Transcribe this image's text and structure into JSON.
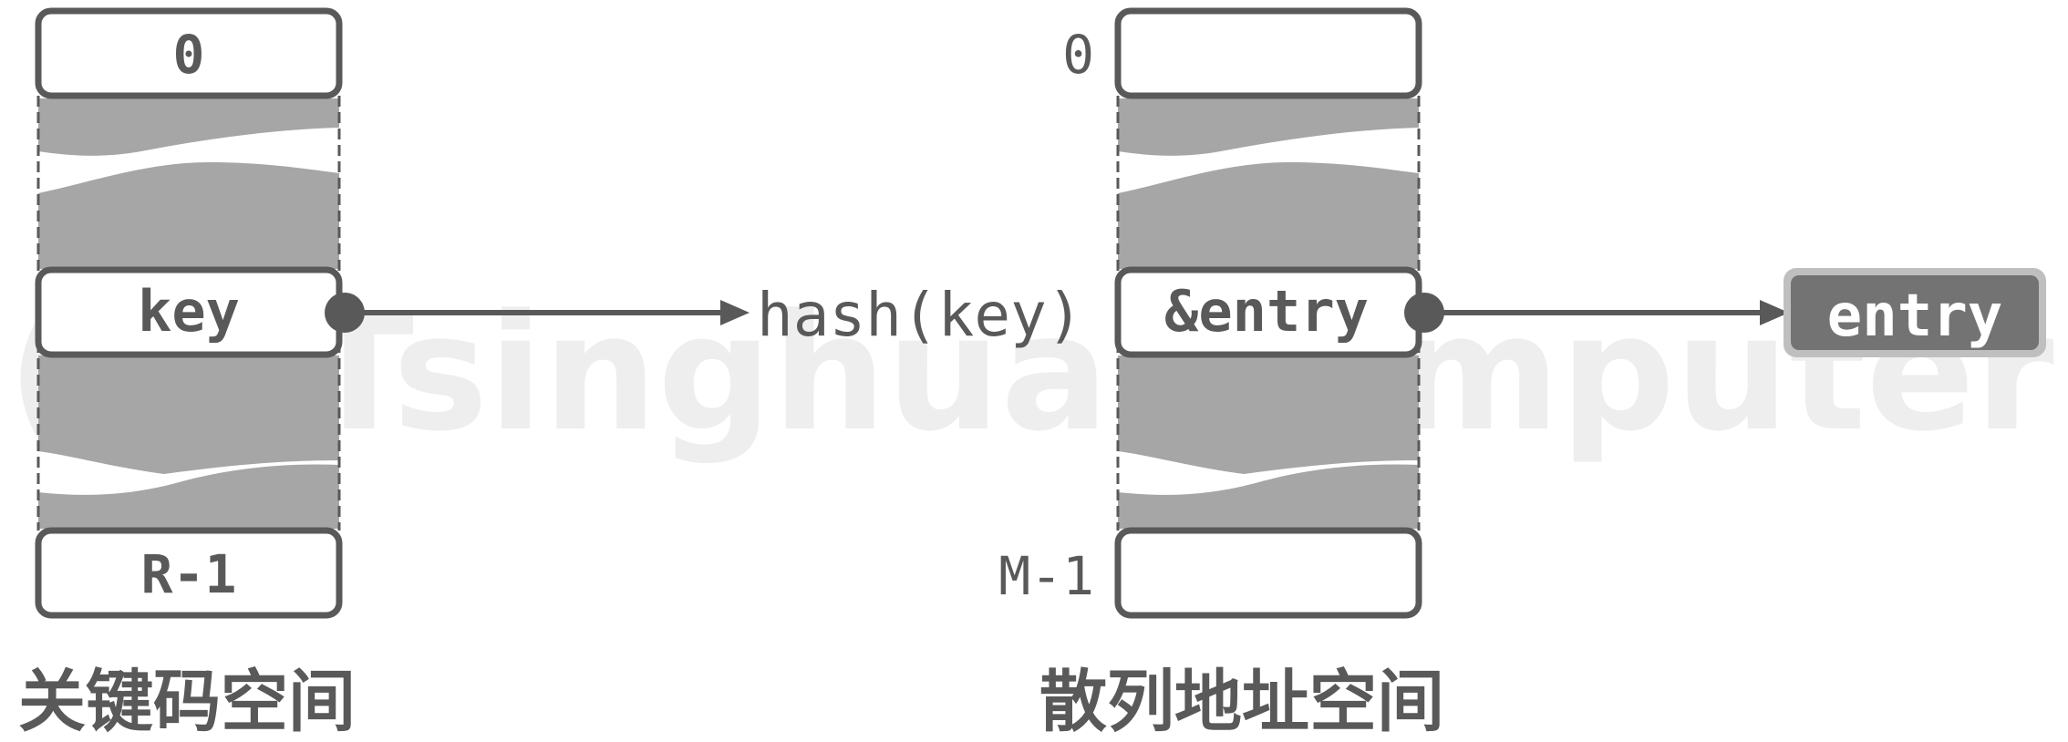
{
  "key_space": {
    "first_label": "0",
    "key_label": "key",
    "last_label": "R-1",
    "caption": "关键码空间"
  },
  "hash_label": "hash(key)",
  "address_space": {
    "first_label": "0",
    "entry_ref_label": "&entry",
    "last_label": "M-1",
    "caption": "散列地址空间"
  },
  "entry_label": "entry",
  "watermark": "(c) Tsinghua Computer",
  "colors": {
    "stroke": "#595959",
    "band": "#a6a6a6",
    "entry_fill": "#737373",
    "entry_border": "#bfbfbf",
    "watermark": "#eeeeee"
  }
}
